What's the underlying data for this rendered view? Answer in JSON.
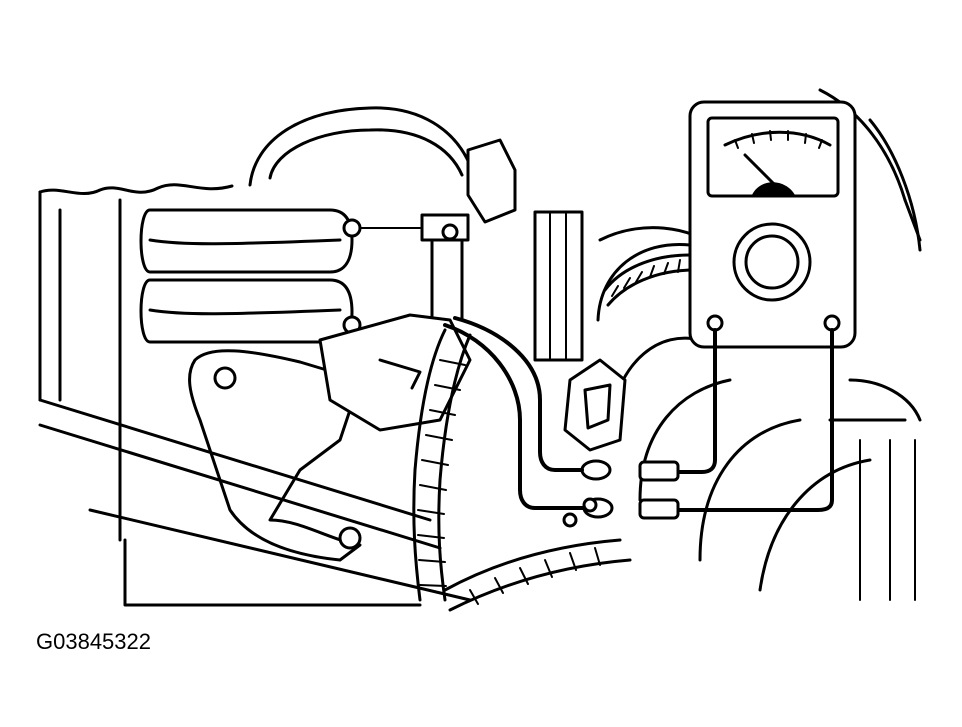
{
  "figure": {
    "code": "G03845322"
  },
  "colors": {
    "ink": "#000000",
    "paper": "#ffffff"
  },
  "components": {
    "meter_icon": "analog-multimeter",
    "gauge_icon": "needle-gauge",
    "knob_icon": "selector-knob",
    "harness_icon": "wiring-harness"
  }
}
